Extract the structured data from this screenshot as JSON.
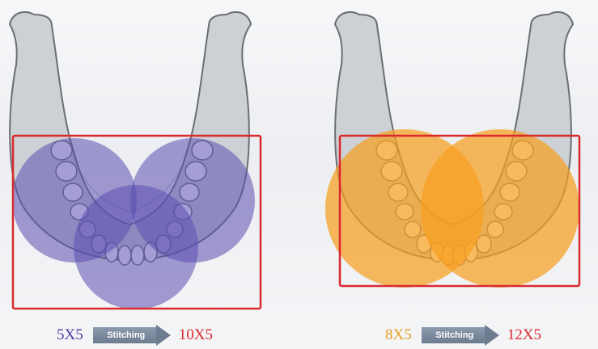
{
  "colors": {
    "frame": "#d92a2f",
    "left_circle": "#5b4fb0",
    "right_circle": "#f7a020",
    "left_text": "#4a3ea0",
    "right_text": "#e6a020",
    "target_text": "#d92a2f",
    "bone": "#cdd0d4",
    "bone_stroke": "#6b6e73",
    "tooth": "#ffffff",
    "arrow": "#7a8aa0"
  },
  "icons": {
    "jaw": "mandible-icon",
    "arrow": "arrow-right-icon"
  },
  "left": {
    "from": "5X5",
    "stitch_label": "Stitching",
    "to": "10X5"
  },
  "right": {
    "from": "8X5",
    "stitch_label": "Stitching",
    "to": "12X5"
  }
}
